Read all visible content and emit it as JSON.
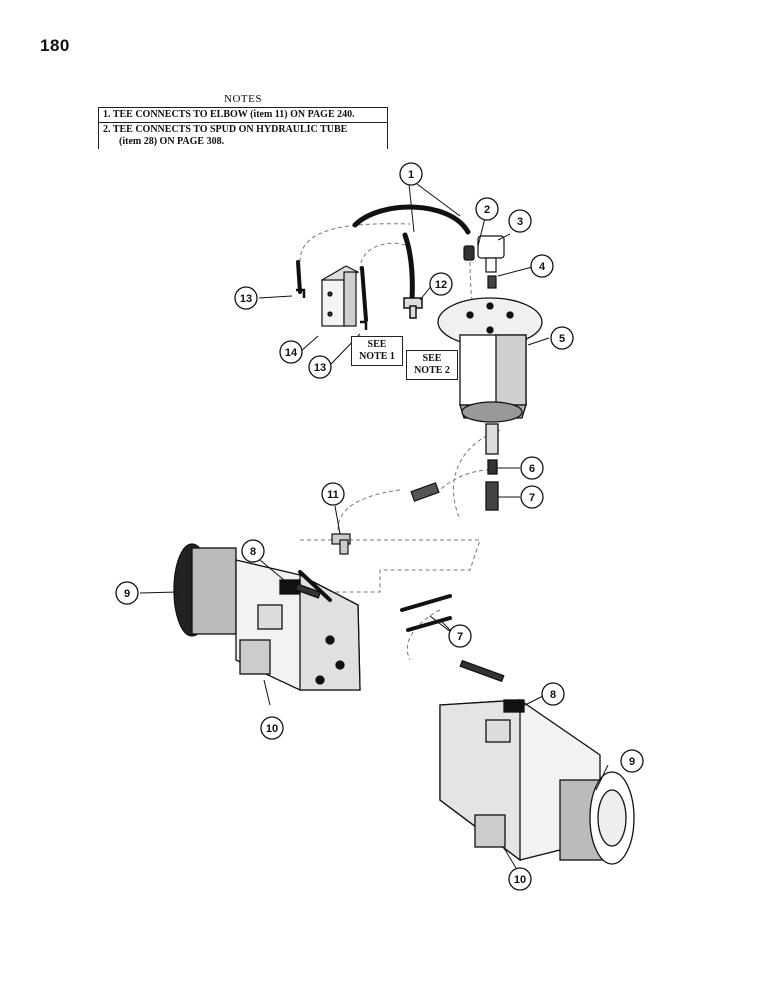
{
  "page": {
    "number": "180"
  },
  "notes": {
    "title": "NOTES",
    "line1": "1.  TEE CONNECTS TO ELBOW (item 11) ON PAGE 240.",
    "line2": "2.  TEE CONNECTS TO SPUD ON HYDRAULIC TUBE",
    "line3": "(item 28) ON PAGE  308."
  },
  "see_notes": {
    "note1_line1": "SEE",
    "note1_line2": "NOTE 1",
    "note2_line1": "SEE",
    "note2_line2": "NOTE 2"
  },
  "callouts": [
    "1",
    "2",
    "3",
    "4",
    "5",
    "6",
    "7",
    "8",
    "9",
    "10",
    "11",
    "12",
    "13",
    "14"
  ]
}
